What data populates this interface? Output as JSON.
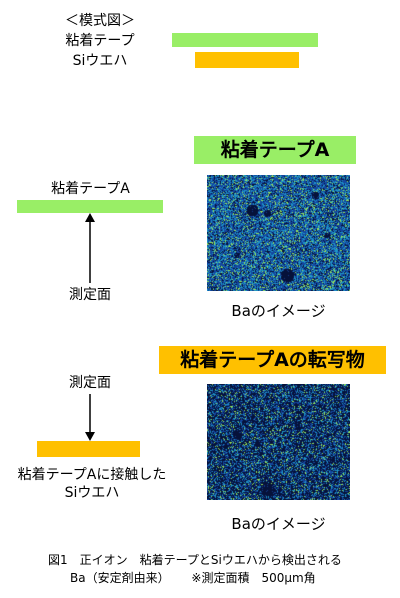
{
  "schematic": {
    "title": "＜模式図＞",
    "tape_label": "粘着テープ",
    "wafer_label": "Siウエハ"
  },
  "upper": {
    "banner": "粘着テープA",
    "tape_label": "粘着テープA",
    "surface_label": "測定面",
    "image_label": "Baのイメージ"
  },
  "lower": {
    "banner": "粘着テープAの転写物",
    "surface_label": "測定面",
    "wafer_label_line1": "粘着テープAに接触した",
    "wafer_label_line2": "Siウエハ",
    "image_label": "Baのイメージ"
  },
  "caption": {
    "line1": "図1　正イオン　粘着テープとSiウエハから検出される",
    "line2": "Ba（安定剤由来）　　 ※測定面積　500μm角"
  },
  "colors": {
    "tape": "#99ee66",
    "wafer": "#ffc000",
    "map_bg": "#06123a"
  }
}
